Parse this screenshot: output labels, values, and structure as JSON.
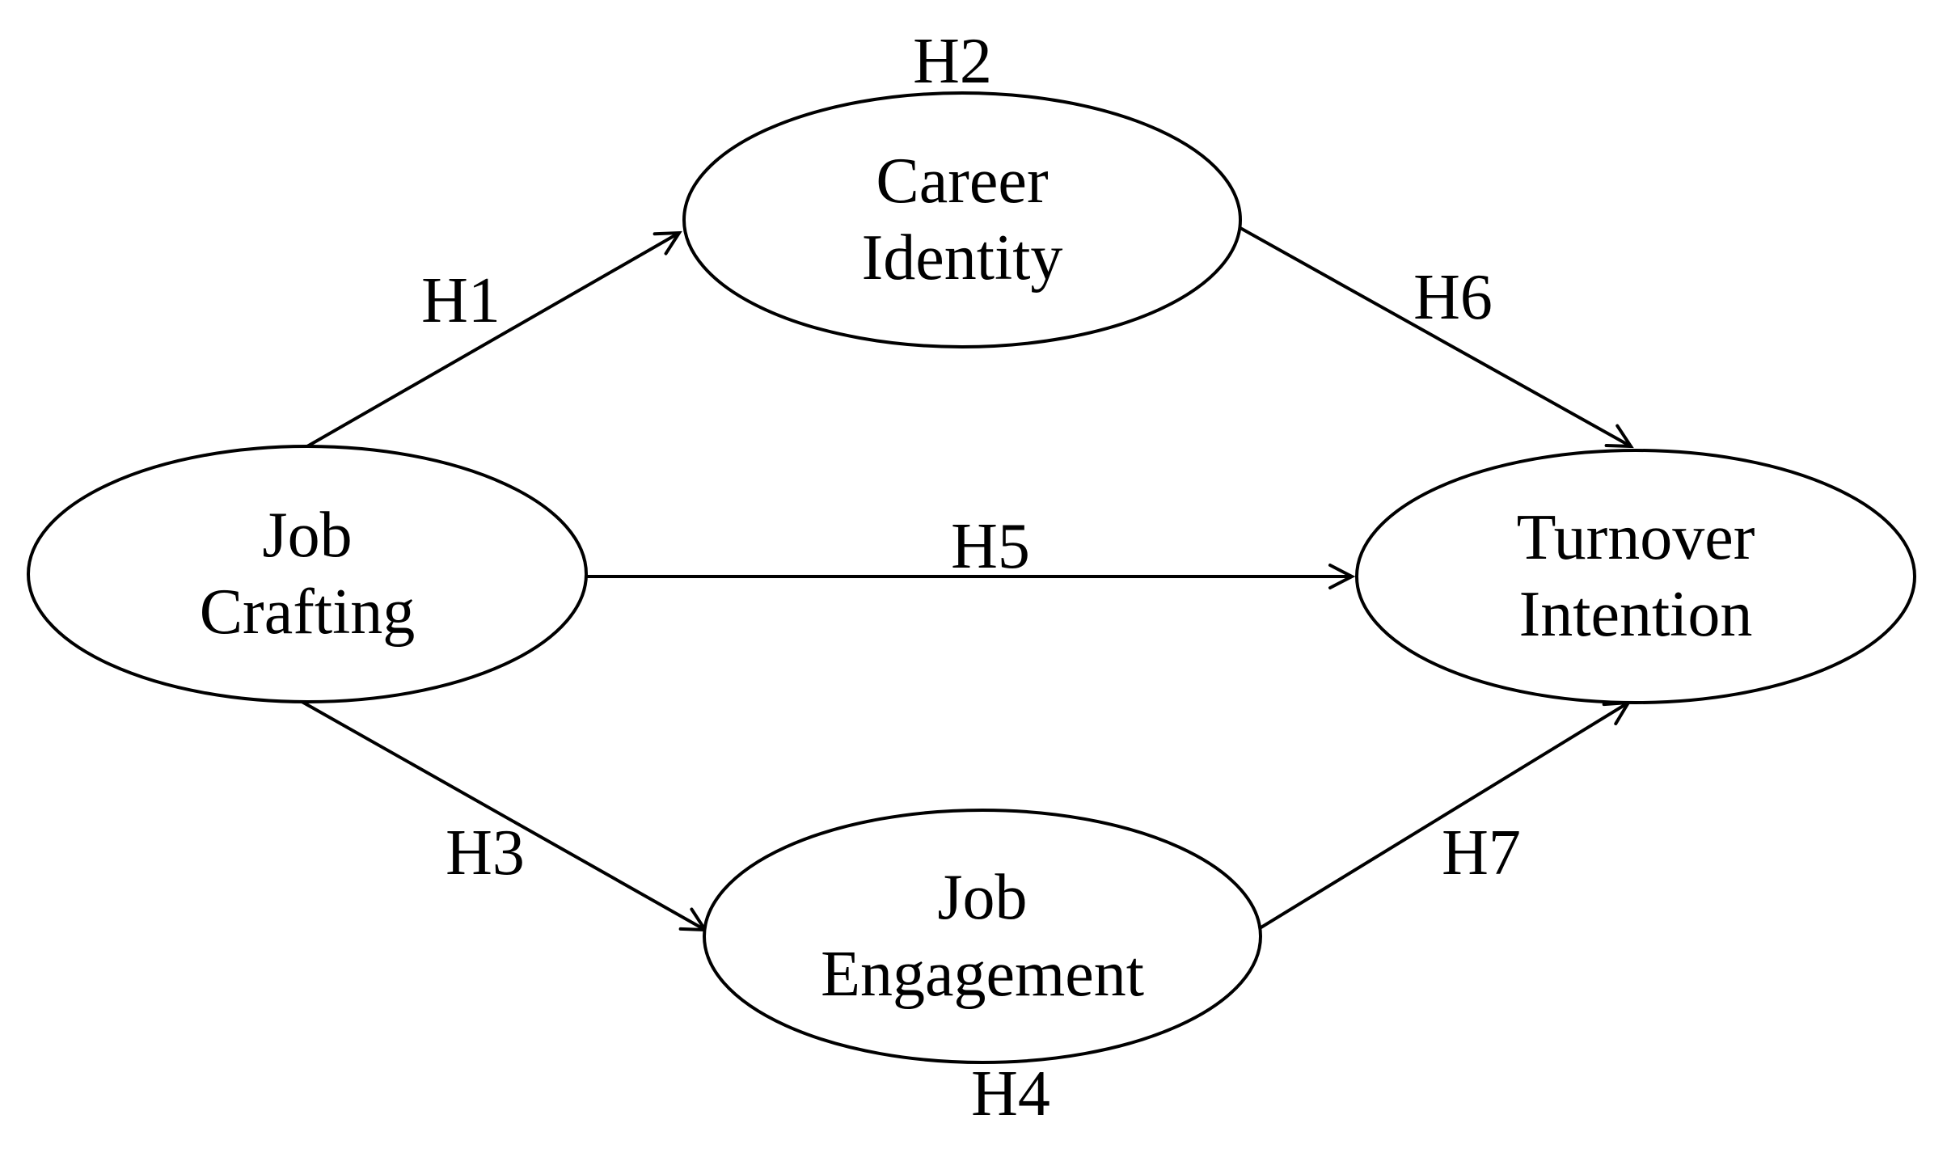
{
  "figure": {
    "type": "hypothesis-path-diagram",
    "background": "#ffffff",
    "line_color": "#000000",
    "text_color": "#000000"
  },
  "nodes": [
    {
      "id": "job-crafting",
      "line1": "Job",
      "line2": "Crafting"
    },
    {
      "id": "career-identity",
      "line1": "Career",
      "line2": "Identity"
    },
    {
      "id": "job-engagement",
      "line1": "Job",
      "line2": "Engagement"
    },
    {
      "id": "turnover-intention",
      "line1": "Turnover",
      "line2": "Intention"
    }
  ],
  "hypotheses": [
    {
      "label": "H1",
      "from": "job-crafting",
      "to": "career-identity"
    },
    {
      "label": "H2",
      "at": "above career-identity"
    },
    {
      "label": "H3",
      "from": "job-crafting",
      "to": "job-engagement"
    },
    {
      "label": "H4",
      "at": "below job-engagement"
    },
    {
      "label": "H5",
      "from": "job-crafting",
      "to": "turnover-intention"
    },
    {
      "label": "H6",
      "from": "career-identity",
      "to": "turnover-intention"
    },
    {
      "label": "H7",
      "from": "job-engagement",
      "to": "turnover-intention"
    }
  ]
}
